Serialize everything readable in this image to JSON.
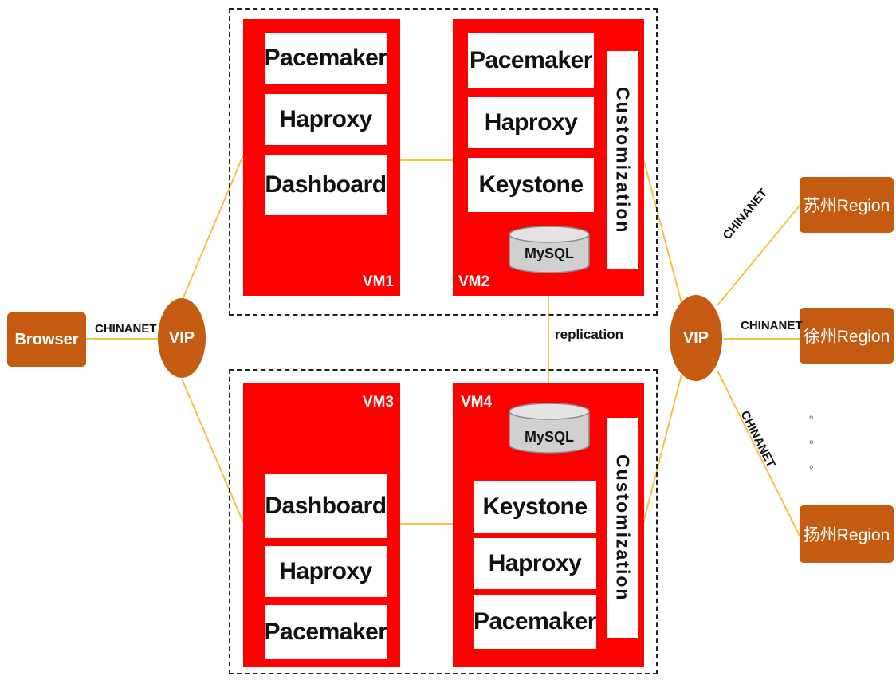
{
  "colors": {
    "vm": "#ff0000",
    "node": "#c55a11",
    "line": "#f5c242"
  },
  "browser": "Browser",
  "vip_left": "VIP",
  "vip_right": "VIP",
  "vms": {
    "vm1": {
      "label": "VM1",
      "services": [
        "Pacemaker",
        "Haproxy",
        "Dashboard"
      ]
    },
    "vm2": {
      "label": "VM2",
      "services": [
        "Pacemaker",
        "Haproxy",
        "Keystone"
      ],
      "db": "MySQL",
      "side": "Customization"
    },
    "vm3": {
      "label": "VM3",
      "services": [
        "Dashboard",
        "Haproxy",
        "Pacemaker"
      ]
    },
    "vm4": {
      "label": "VM4",
      "services": [
        "Keystone",
        "Haproxy",
        "Pacemaker"
      ],
      "db": "MySQL",
      "side": "Customization"
    }
  },
  "replication": "replication",
  "links": {
    "browser_vip": "CHINANET",
    "vip_suzhou": "CHINANET",
    "vip_xuzhou": "CHINANET",
    "vip_yangzhou": "CHINANET"
  },
  "regions": [
    "苏州Region",
    "徐州Region",
    "扬州Region"
  ],
  "ellipsis": [
    "。",
    "。",
    "。"
  ]
}
